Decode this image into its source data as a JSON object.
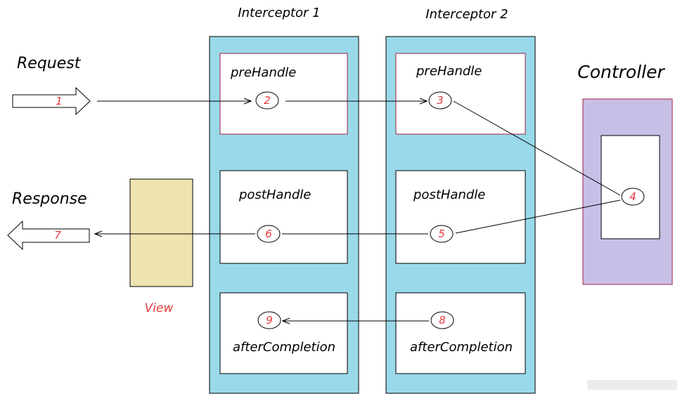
{
  "labels": {
    "interceptor1": "Interceptor 1",
    "interceptor2": "Interceptor 2",
    "request": "Request",
    "response": "Response",
    "controller": "Controller",
    "view": "View"
  },
  "methods": {
    "pre": "preHandle",
    "post": "postHandle",
    "after": "afterCompletion"
  },
  "steps": [
    "1",
    "2",
    "3",
    "4",
    "5",
    "6",
    "7",
    "8",
    "9"
  ],
  "colors": {
    "interceptor_fill": "#99d9ea",
    "controller_fill": "#c8bfe7",
    "view_fill": "#efe4b0",
    "border_accent": "#a31f47",
    "step_text": "#e8383d"
  }
}
